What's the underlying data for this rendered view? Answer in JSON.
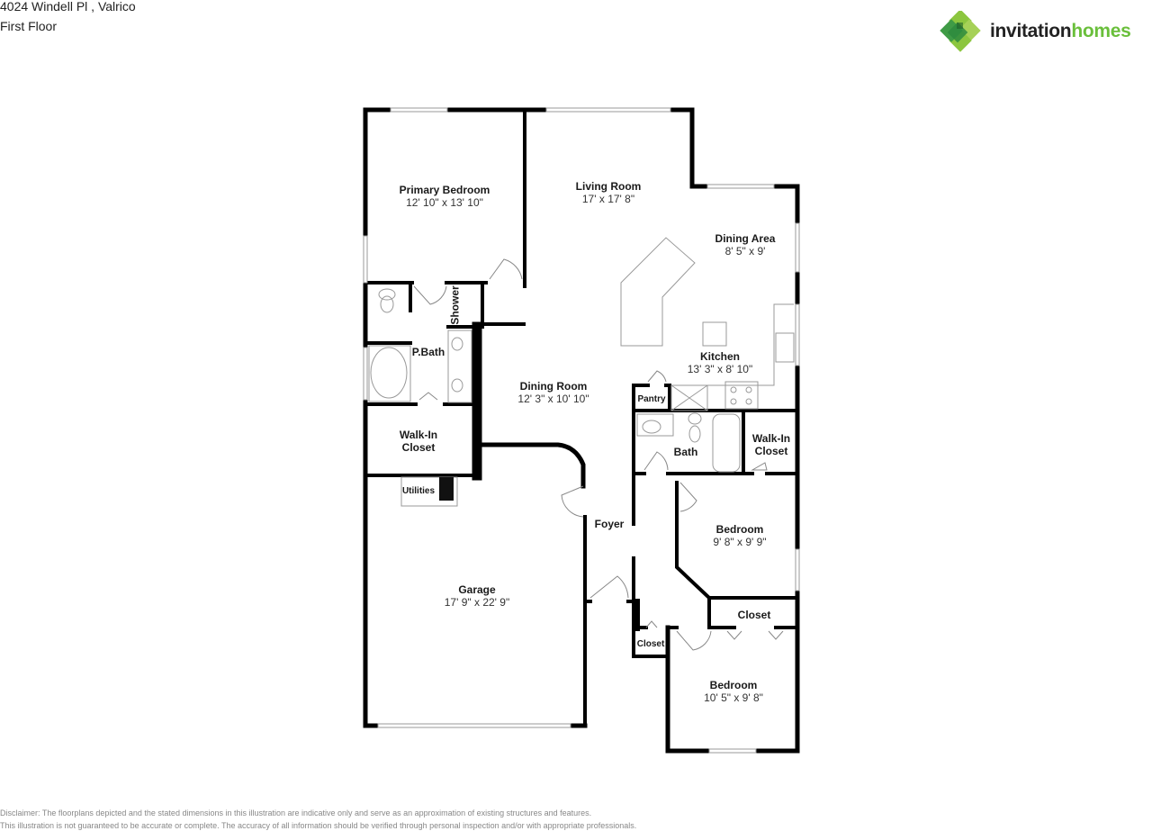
{
  "header": {
    "address": "4024 Windell Pl , Valrico",
    "floor": "First Floor"
  },
  "logo": {
    "icon": "invitation-homes-logo-icon",
    "text_part1": "invitation",
    "text_part2": "homes",
    "colors": {
      "dark": "#222222",
      "green": "#6abf3b",
      "leaf_dark": "#2e8b3e",
      "leaf_light": "#8cc63f"
    }
  },
  "rooms": [
    {
      "id": "primary-bedroom",
      "name": "Primary Bedroom",
      "dims": "12' 10\" x 13' 10\""
    },
    {
      "id": "living-room",
      "name": "Living Room",
      "dims": "17' x 17' 8\""
    },
    {
      "id": "dining-area",
      "name": "Dining Area",
      "dims": "8' 5\" x 9'"
    },
    {
      "id": "kitchen",
      "name": "Kitchen",
      "dims": "13' 3\" x 8' 10\""
    },
    {
      "id": "dining-room",
      "name": "Dining Room",
      "dims": "12' 3\" x 10' 10\""
    },
    {
      "id": "p-bath",
      "name": "P.Bath",
      "dims": ""
    },
    {
      "id": "shower",
      "name": "Shower",
      "dims": ""
    },
    {
      "id": "walk-in-closet-primary",
      "name": "Walk-In\nCloset",
      "line1": "Walk-In",
      "line2": "Closet"
    },
    {
      "id": "utilities",
      "name": "Utilities",
      "dims": ""
    },
    {
      "id": "garage",
      "name": "Garage",
      "dims": "17' 9\" x 22' 9\""
    },
    {
      "id": "foyer",
      "name": "Foyer",
      "dims": ""
    },
    {
      "id": "pantry",
      "name": "Pantry",
      "dims": ""
    },
    {
      "id": "bath",
      "name": "Bath",
      "dims": ""
    },
    {
      "id": "walk-in-closet-2",
      "line1": "Walk-In",
      "line2": "Closet"
    },
    {
      "id": "bedroom-2",
      "name": "Bedroom",
      "dims": "9' 8\" x 9' 9\""
    },
    {
      "id": "closet-bedroom-3",
      "name": "Closet",
      "dims": ""
    },
    {
      "id": "closet-hall",
      "name": "Closet",
      "dims": ""
    },
    {
      "id": "bedroom-3",
      "name": "Bedroom",
      "dims": "10' 5\" x 9' 8\""
    }
  ],
  "disclaimer": {
    "line1": "Disclaimer: The floorplans depicted and the stated dimensions in this illustration are indicative only and serve as an approximation of existing structures and features.",
    "line2": "This illustration is not guaranteed to be accurate or complete. The accuracy of all information should be verified through personal inspection and/or with appropriate professionals."
  }
}
